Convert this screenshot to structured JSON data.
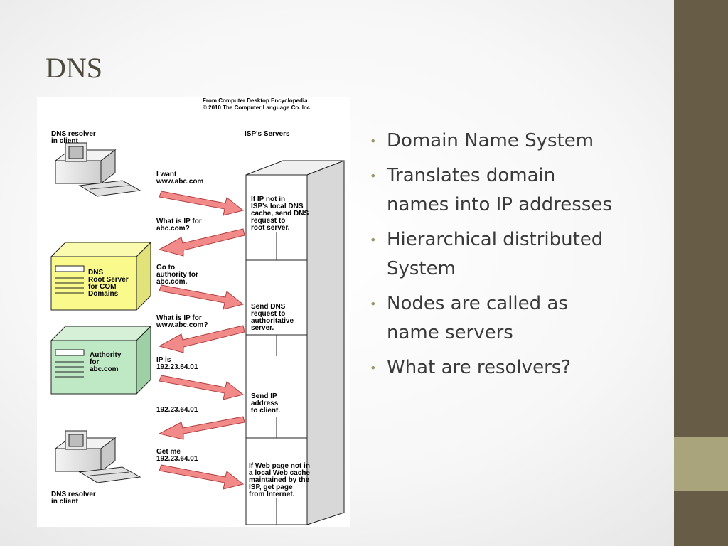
{
  "slide": {
    "title": "DNS"
  },
  "figure": {
    "credit_line1": "From Computer Desktop Encyclopedia",
    "credit_line2": "© 2010 The Computer Language Co. Inc.",
    "client_top_label": [
      "DNS resolver",
      "in client"
    ],
    "client_bottom_label": [
      "DNS resolver",
      "in client"
    ],
    "isp_label": "ISP's Servers",
    "root_server_label": [
      "DNS",
      "Root Server",
      "for COM",
      "Domains"
    ],
    "authority_label": [
      "Authority",
      "for",
      "abc.com"
    ],
    "messages": [
      [
        "I want",
        "www.abc.com"
      ],
      [
        "What is IP for",
        "abc.com?"
      ],
      [
        "Go to",
        "authority for",
        "abc.com."
      ],
      [
        "What is IP for",
        "www.abc.com?"
      ],
      [
        "IP is",
        "192.23.64.01"
      ],
      [
        "192.23.64.01"
      ],
      [
        "Get me",
        "192.23.64.01"
      ]
    ],
    "server_notes": [
      [
        "If IP not in",
        "ISP's local DNS",
        "cache, send DNS",
        "request to",
        "root server."
      ],
      [
        "Send DNS",
        "request to",
        "authoritative",
        "server."
      ],
      [
        "Send IP",
        "address",
        "to client."
      ],
      [
        "If Web page not in",
        "a local Web cache",
        "maintained by the",
        "ISP, get page",
        "from Internet."
      ]
    ],
    "colors": {
      "root_server": "#fafa8c",
      "authority": "#bfe8c4",
      "arrow": "#f28a8a"
    }
  },
  "bullets": [
    "Domain Name System",
    [
      "Translates domain",
      "names into IP addresses"
    ],
    [
      "Hierarchical distributed",
      "System"
    ],
    [
      "Nodes are called as",
      "name servers"
    ],
    "What are resolvers?"
  ],
  "theme": {
    "sidebar": "#675c46",
    "sidebar_accent": "#a9a47b",
    "bullet": "#9a9668"
  }
}
